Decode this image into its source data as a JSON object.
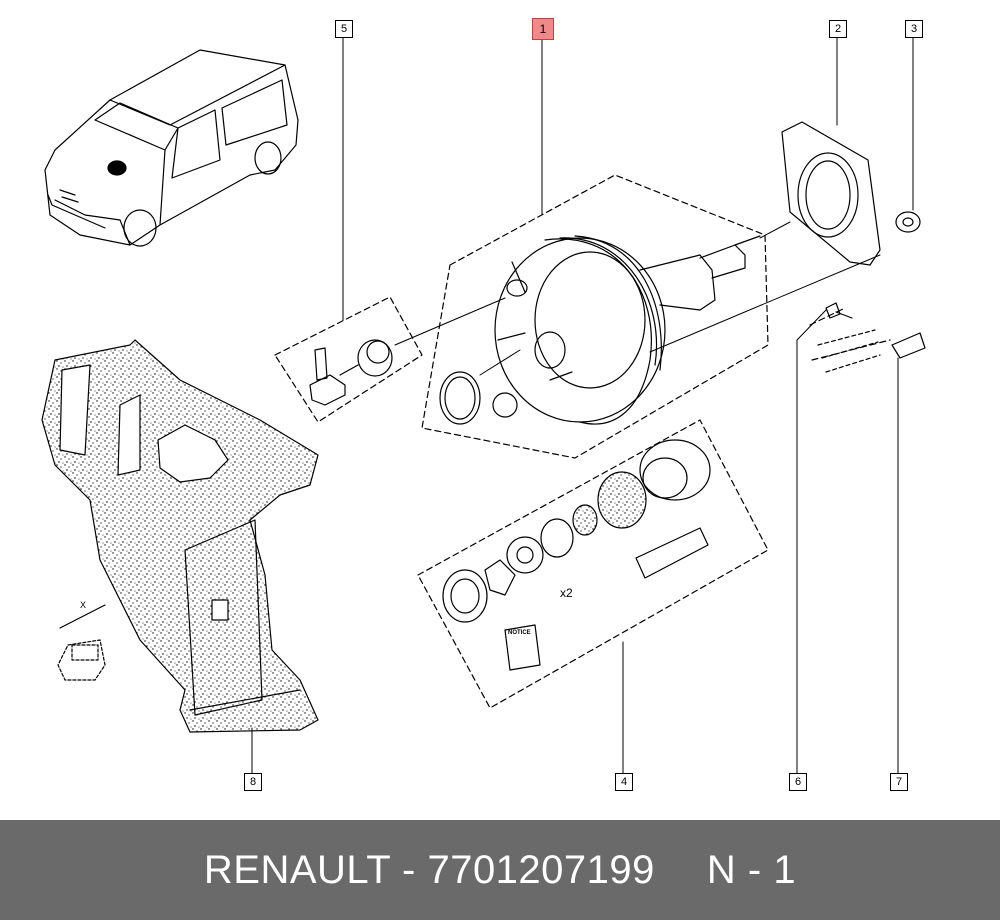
{
  "footer": {
    "brand_part": "RENAULT - 7701207199",
    "position": "N - 1"
  },
  "callouts": {
    "c1": "1",
    "c2": "2",
    "c3": "3",
    "c4": "4",
    "c5": "5",
    "c6": "6",
    "c7": "7",
    "c8": "8"
  },
  "labels": {
    "quantity": "x2",
    "notice": "NOTICE",
    "x_mark": "X"
  },
  "colors": {
    "footer_bg": "#6a6a6a",
    "highlight": "#f08a8a"
  }
}
